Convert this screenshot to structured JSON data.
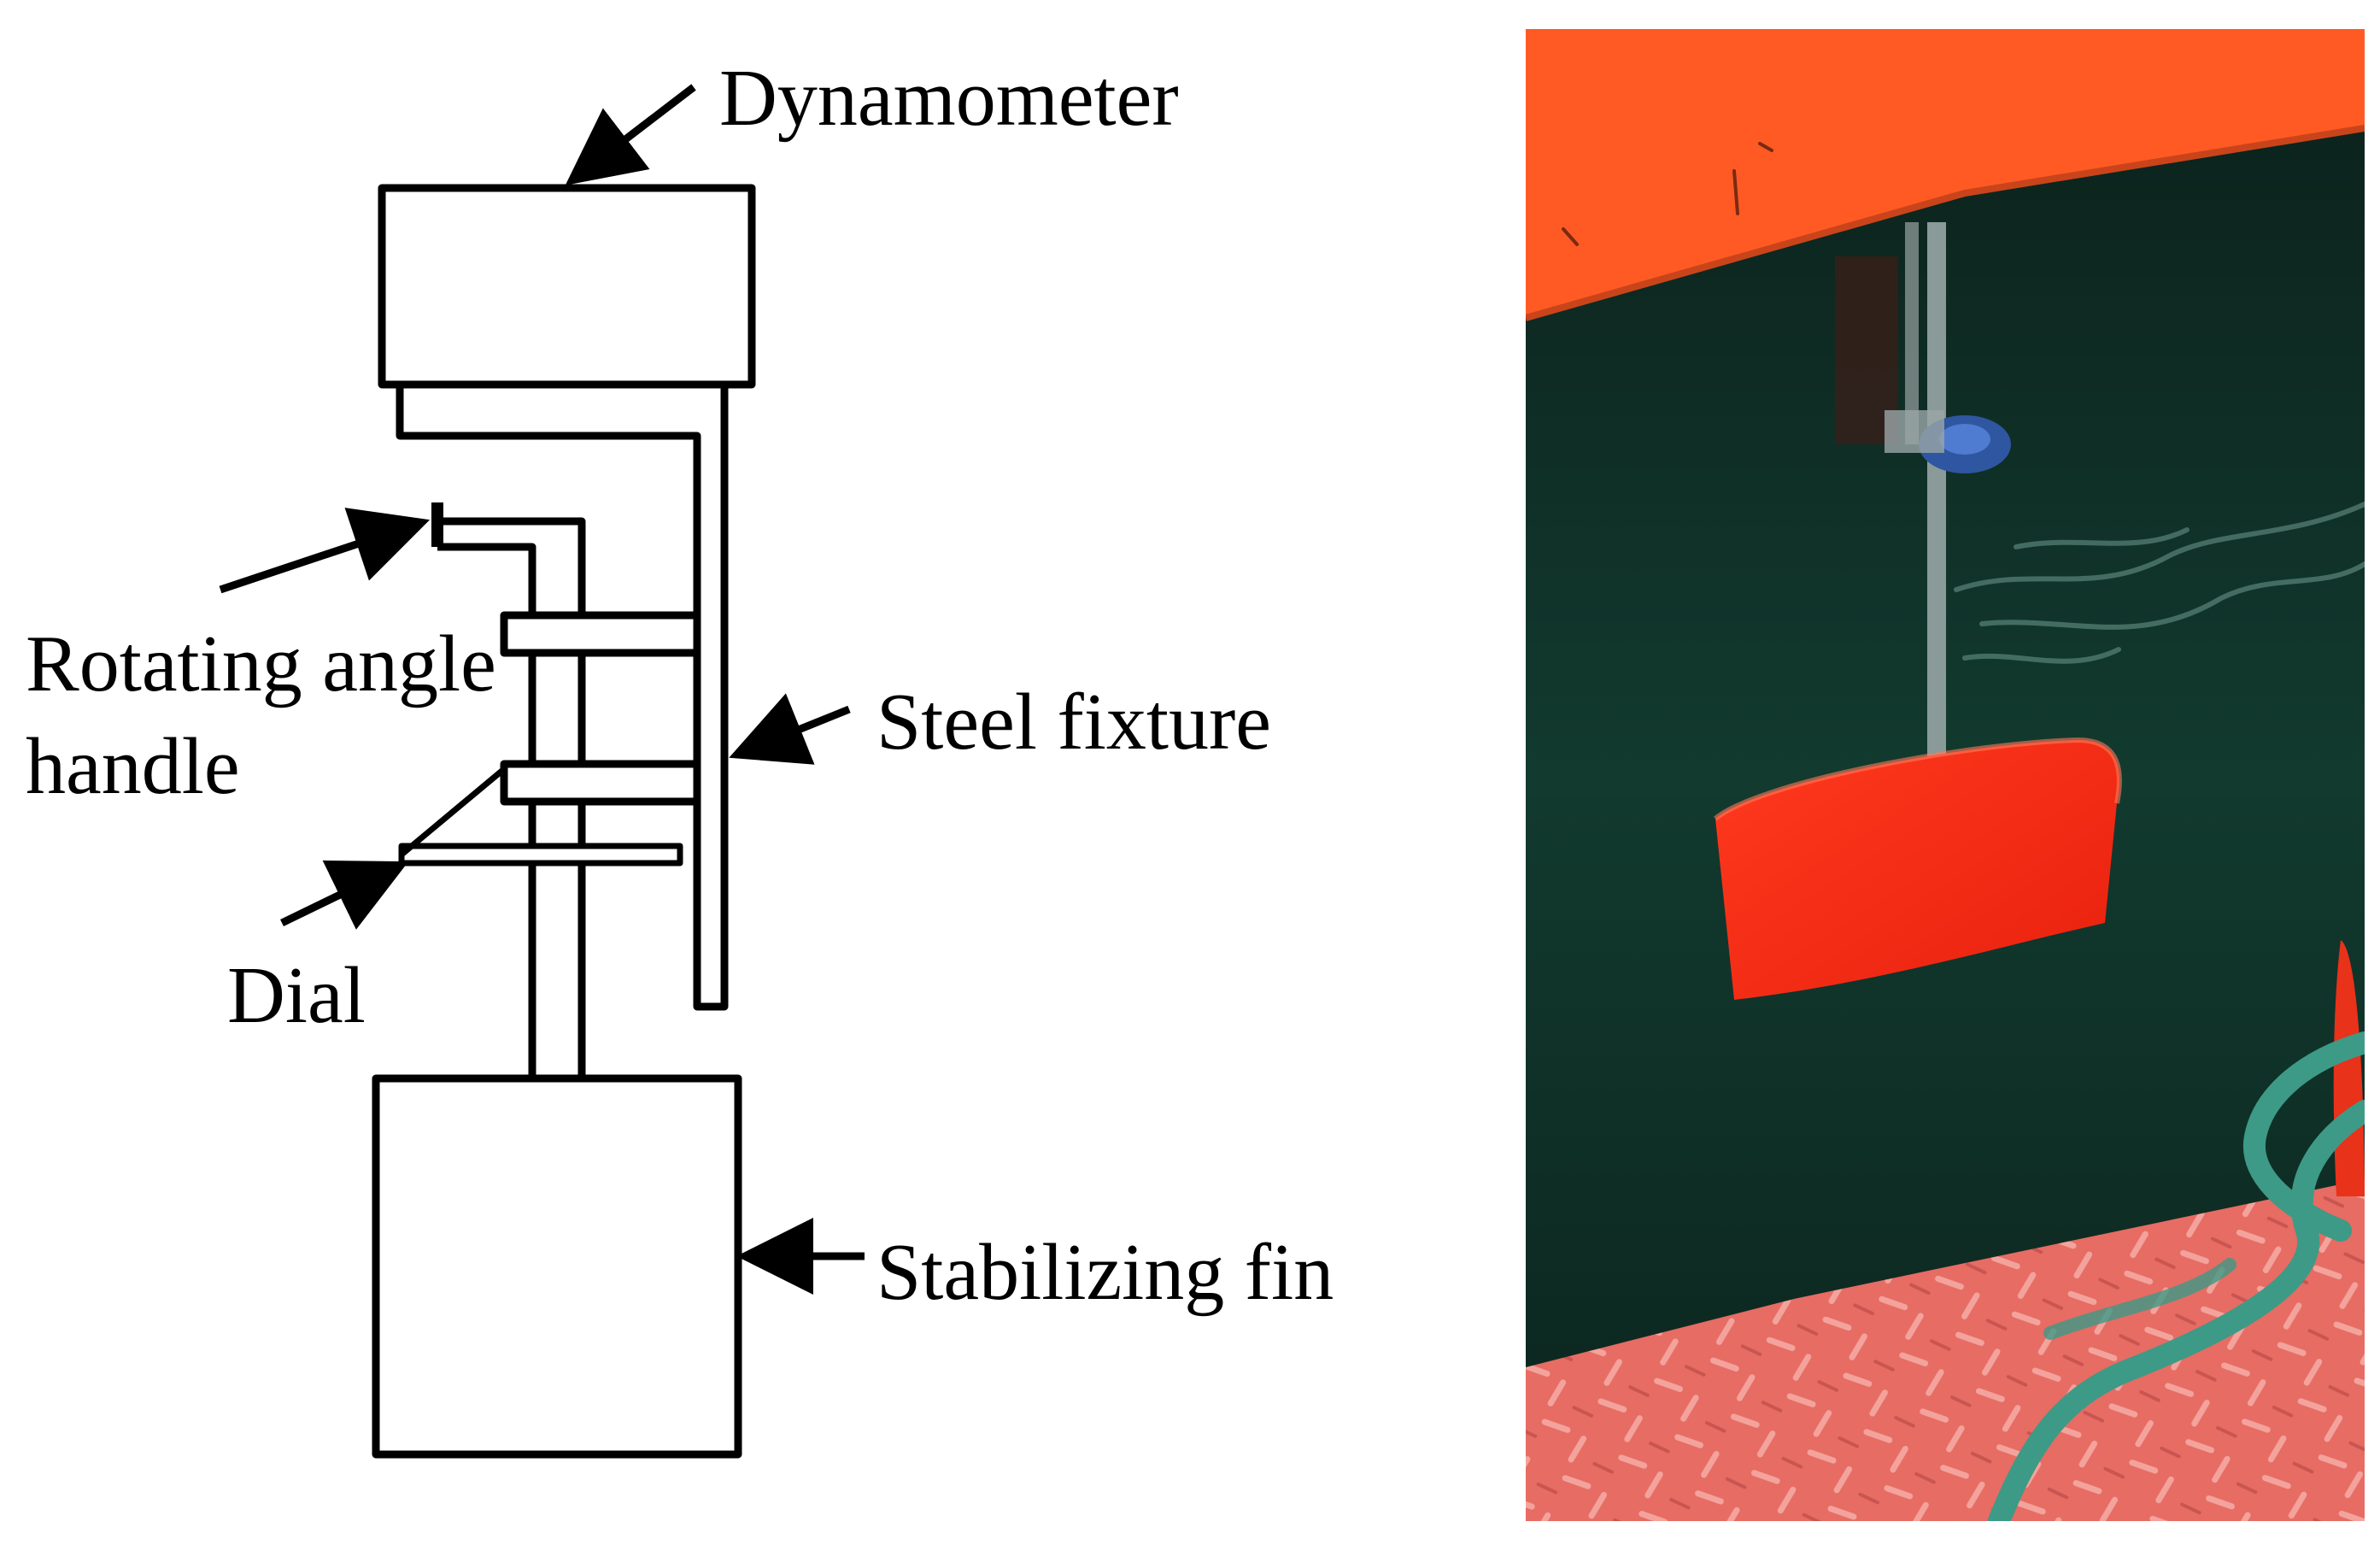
{
  "labels": {
    "dynamometer": "Dynamometer",
    "rotating_angle_line1": "Rotating angle",
    "rotating_angle_line2": "handle",
    "steel_fixture": "Steel fixture",
    "dial": "Dial",
    "stabilizing_fin": "Stabilizing fin"
  },
  "colors": {
    "outline": "#000000",
    "hull_orange": "#ff5a24",
    "water": "#0e2a22",
    "fin_red": "#ff2a14",
    "deck": "#e86a62",
    "rope": "#3d9a86"
  }
}
